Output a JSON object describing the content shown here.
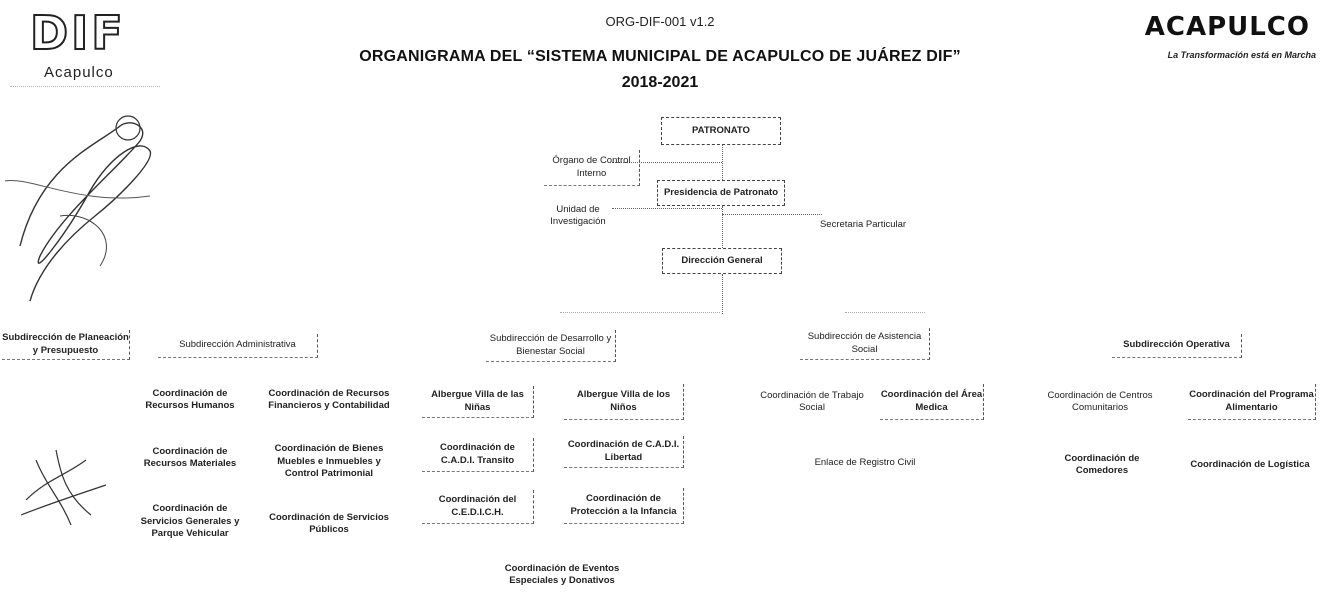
{
  "header": {
    "doc_id": "ORG-DIF-001 v1.2",
    "title": "ORGANIGRAMA DEL “SISTEMA MUNICIPAL DE ACAPULCO DE JUÁREZ DIF”",
    "period": "2018-2021"
  },
  "logos": {
    "dif": {
      "letters": "DIF",
      "city": "Acapulco"
    },
    "acapulco": {
      "name": "ACAPULCO",
      "slogan": "La Transformación está en Marcha"
    }
  },
  "top": {
    "patronato": "PATRONATO",
    "organo_control": "Órgano de Control Interno",
    "presidencia": "Presidencia de Patronato",
    "unidad_investigacion": "Unidad de Investigación",
    "secretaria_particular": "Secretaria Particular",
    "direccion_general": "Dirección General"
  },
  "subdirecciones": [
    {
      "title": "Subdirección de Planeación y Presupuesto",
      "units": []
    },
    {
      "title": "Subdirección Administrativa",
      "units": [
        "Coordinación de Recursos Humanos",
        "Coordinación de Recursos Financieros y Contabilidad",
        "Coordinación de Recursos Materiales",
        "Coordinación de Bienes Muebles e Inmuebles y Control Patrimonial",
        "Coordinación de Servicios Generales y Parque Vehicular",
        "Coordinación de Servicios Públicos"
      ]
    },
    {
      "title": "Subdirección de Desarrollo y Bienestar Social",
      "units": [
        "Albergue Villa de las Niñas",
        "Albergue Villa de los Niños",
        "Coordinación de C.A.D.I. Transito",
        "Coordinación de C.A.D.I. Libertad",
        "Coordinación del C.E.D.I.C.H.",
        "Coordinación de Protección a la Infancia",
        "Coordinación de Eventos Especiales y Donativos"
      ]
    },
    {
      "title": "Subdirección de Asistencia Social",
      "units": [
        "Coordinación de Trabajo Social",
        "Coordinación del Área Medica",
        "Enlace de Registro Civil"
      ]
    },
    {
      "title": "Subdirección Operativa",
      "units": [
        "Coordinación de Centros Comunitarios",
        "Coordinación del Programa Alimentario",
        "Coordinación de Comedores",
        "Coordinación de Logística"
      ]
    }
  ]
}
